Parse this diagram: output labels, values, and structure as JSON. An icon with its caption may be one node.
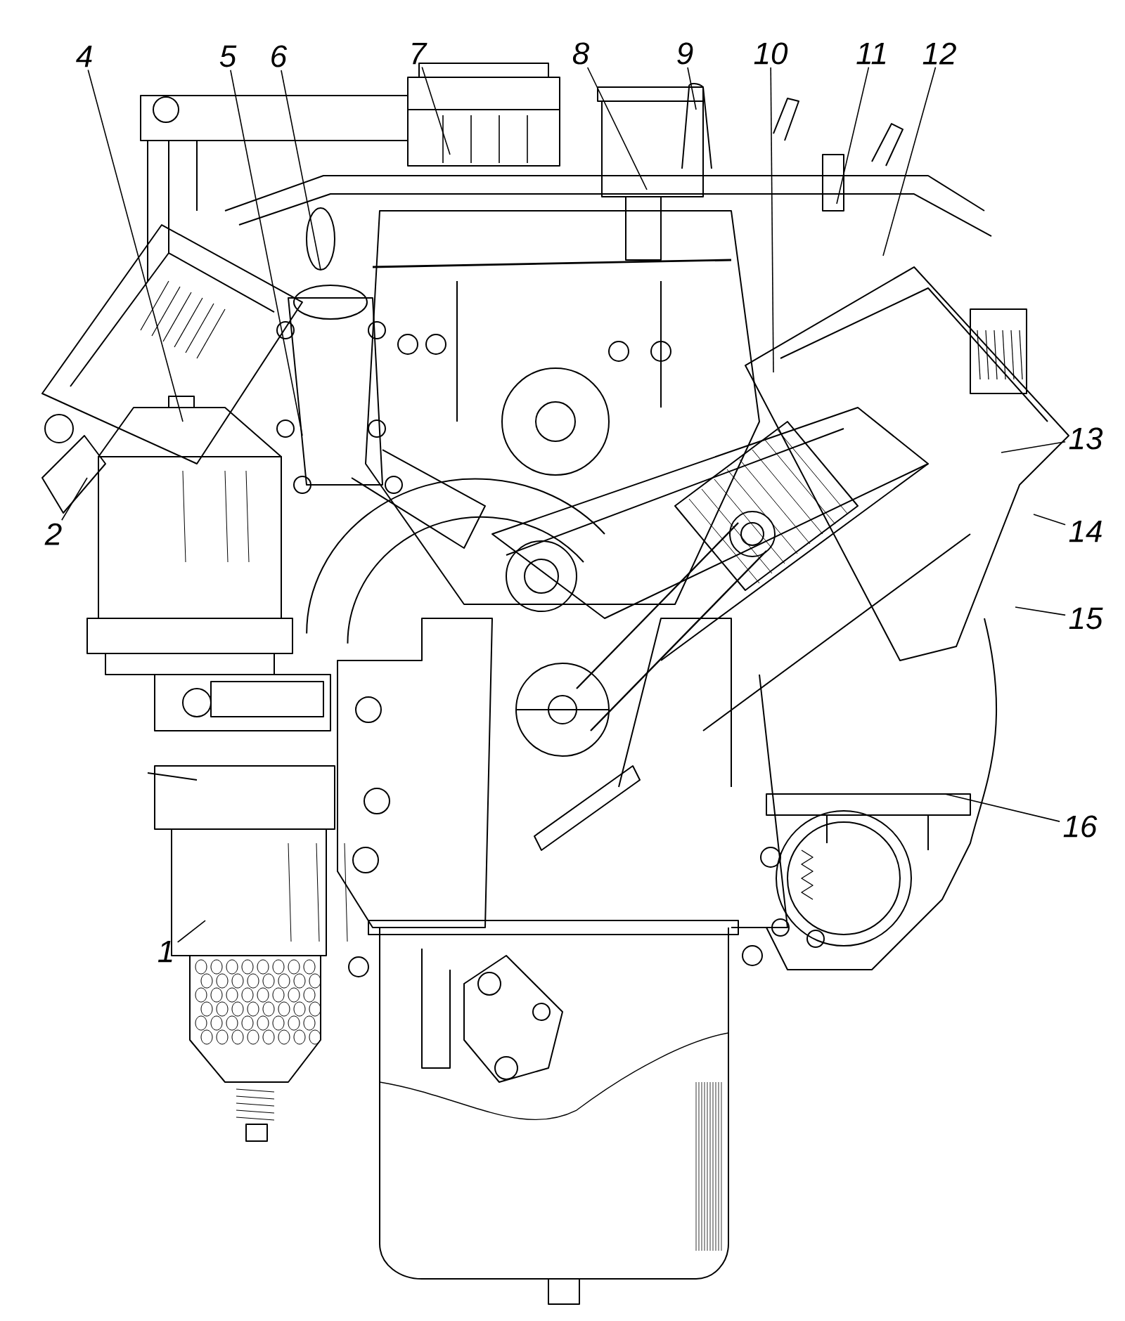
{
  "diagram": {
    "nodes": [
      {
        "text": [
          "4"
        ]
      },
      {
        "text": [
          "5"
        ]
      },
      {
        "text": [
          "6"
        ]
      },
      {
        "text": [
          "7"
        ]
      },
      {
        "text": [
          "8"
        ]
      },
      {
        "text": [
          "9"
        ]
      },
      {
        "text": [
          "10"
        ]
      },
      {
        "text": [
          "11"
        ]
      },
      {
        "text": [
          "12"
        ]
      },
      {
        "text": [
          "13"
        ]
      },
      {
        "text": [
          "2"
        ]
      },
      {
        "text": [
          "14"
        ]
      },
      {
        "text": [
          "15"
        ]
      },
      {
        "text": [
          "16"
        ]
      },
      {
        "text": [
          "1"
        ]
      }
    ],
    "edges": [
      {
        "from": 0,
        "to": null,
        "arrow": "none"
      },
      {
        "from": 1,
        "to": null,
        "arrow": "none"
      },
      {
        "from": 2,
        "to": null,
        "arrow": "none"
      },
      {
        "from": 3,
        "to": null,
        "arrow": "none"
      },
      {
        "from": 4,
        "to": null,
        "arrow": "none"
      },
      {
        "from": 5,
        "to": null,
        "arrow": "none"
      },
      {
        "from": 6,
        "to": null,
        "arrow": "none"
      },
      {
        "from": 7,
        "to": null,
        "arrow": "none"
      },
      {
        "from": 8,
        "to": null,
        "arrow": "none"
      },
      {
        "from": 9,
        "to": null,
        "arrow": "none"
      },
      {
        "from": 10,
        "to": null,
        "arrow": "none"
      },
      {
        "from": 11,
        "to": null,
        "arrow": "none"
      },
      {
        "from": 12,
        "to": null,
        "arrow": "none"
      },
      {
        "from": 13,
        "to": null,
        "arrow": "none"
      },
      {
        "from": 14,
        "to": null,
        "arrow": "none"
      }
    ]
  }
}
